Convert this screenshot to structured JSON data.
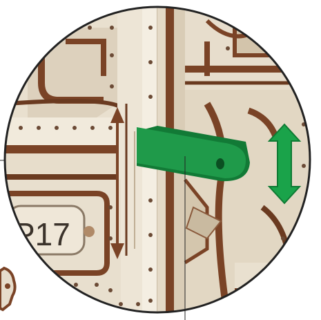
{
  "colors": {
    "background": "#ffffff",
    "plywood_light": "#ece3d4",
    "plywood_face": "#e2d7c5",
    "plywood_edge": "#7a4326",
    "plywood_edge_dark": "#5a2f19",
    "rivet": "#6b4a35",
    "highlight_part": "#1f9a4a",
    "highlight_part_dark": "#127a36",
    "motion_arrow": "#1aa34a",
    "slide_arrow": "#7a4326",
    "outline": "#222222"
  },
  "detail_view": {
    "part_number_label": "P17"
  },
  "icons": {
    "double_arrow_green": "vertical-double-arrow",
    "double_arrow_brown": "vertical-double-arrow"
  }
}
